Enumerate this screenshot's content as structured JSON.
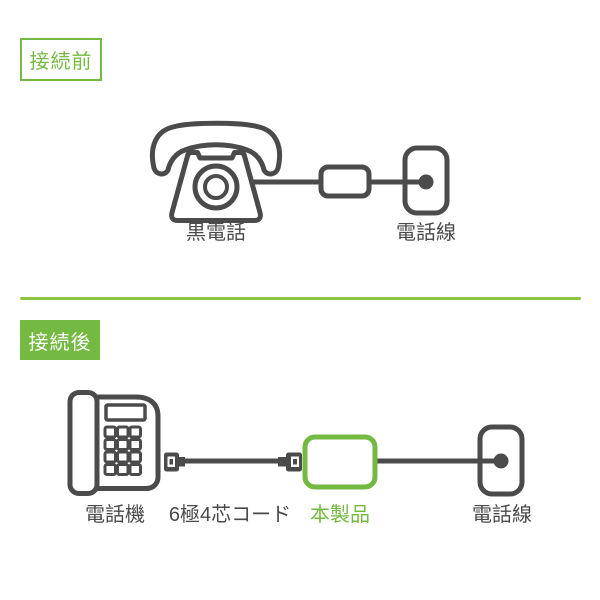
{
  "colors": {
    "accent_green": "#74b941",
    "divider_green": "#8bc63f",
    "line_dark": "#4b4b4b",
    "text_dark": "#4a4a4a"
  },
  "before": {
    "tag": "接続前",
    "phone_label": "黒電話",
    "jack_label": "電話線"
  },
  "after": {
    "tag": "接続後",
    "phone_label": "電話機",
    "cord_label": "6極4芯コード",
    "product_label": "本製品",
    "jack_label": "電話線"
  },
  "icons": [
    "rotary-phone-icon",
    "inline-coupler-icon",
    "wall-jack-icon",
    "desk-phone-icon",
    "rj11-plug-icon",
    "product-box"
  ]
}
